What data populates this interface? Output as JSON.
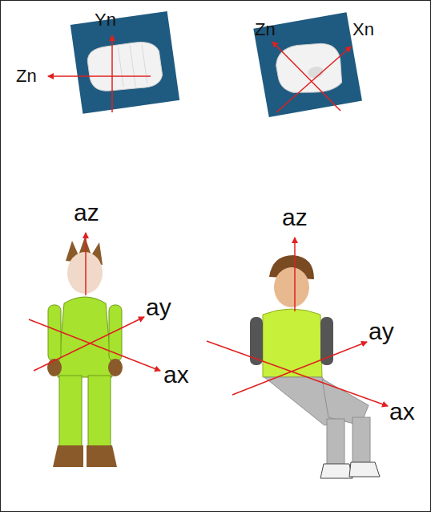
{
  "diagram": {
    "labels": [
      "Yn",
      "Zn",
      "Zn",
      "Xn",
      "az",
      "ay",
      "ax",
      "az",
      "ay",
      "ax"
    ]
  }
}
